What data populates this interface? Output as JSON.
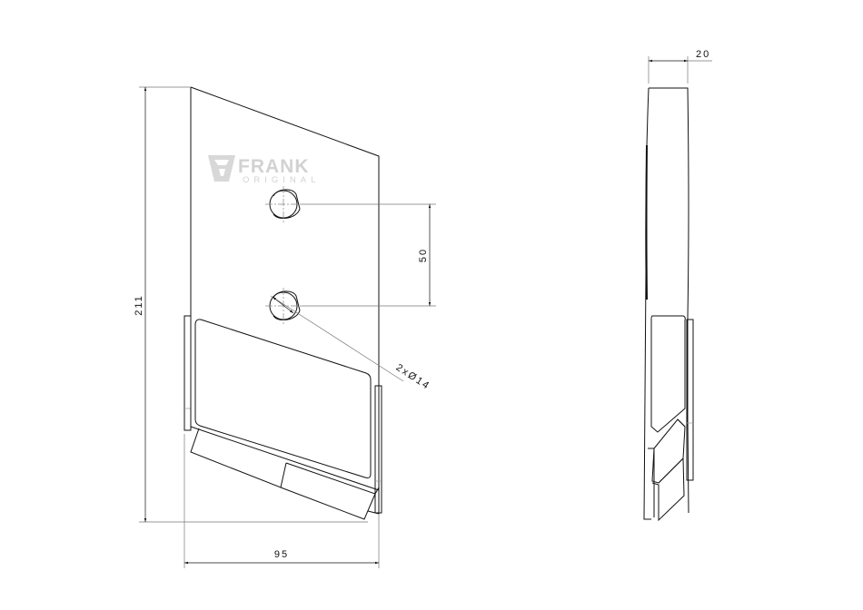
{
  "drawing": {
    "logo": {
      "brand": "FRANK",
      "subtitle": "ORIGINAL",
      "color": "#d2d2d2"
    },
    "front_view": {
      "dimensions": {
        "height": "211",
        "width": "95",
        "hole_spacing": "50",
        "hole_diameter": "2xØ14"
      }
    },
    "side_view": {
      "dimensions": {
        "thickness": "20"
      }
    },
    "colors": {
      "line": "#111111",
      "dimension_line": "#777777",
      "background": "#ffffff"
    }
  }
}
